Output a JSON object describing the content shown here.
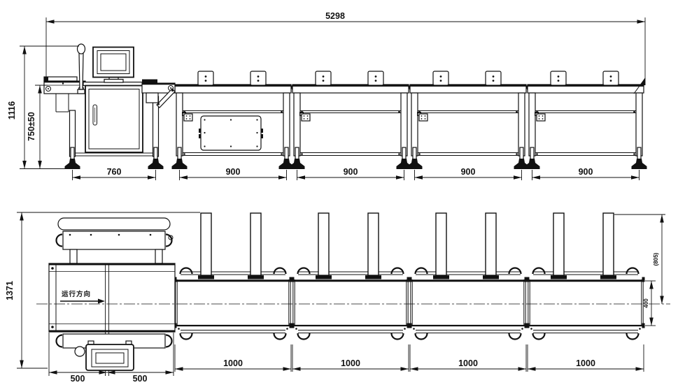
{
  "side_view": {
    "dim_overall_length": "5298",
    "dim_total_height": "1116",
    "dim_belt_height": "750±50",
    "dim_checkweigher_span": "760",
    "section_dims": [
      "900",
      "900",
      "900",
      "900"
    ]
  },
  "plan_view": {
    "dim_overall_width": "1371",
    "infeed_dims": [
      "500",
      "500"
    ],
    "section_dims": [
      "1000",
      "1000",
      "1000",
      "1000"
    ],
    "dim_guard_width": "(805)",
    "dim_belt_width": "400",
    "direction_label": "运行方向"
  },
  "colors": {
    "line_color": "#111111",
    "background": "#ffffff"
  }
}
